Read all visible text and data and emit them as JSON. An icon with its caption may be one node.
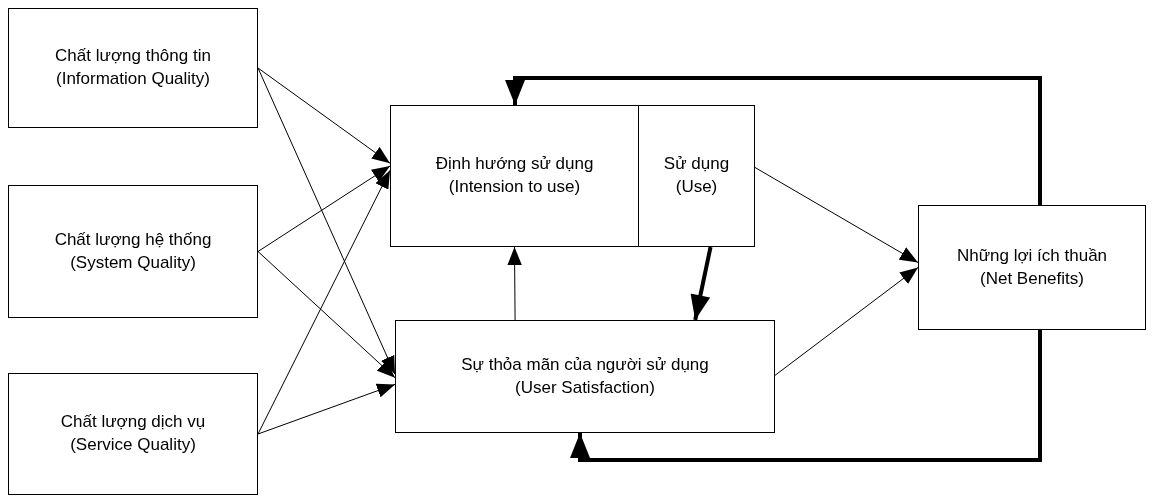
{
  "diagram": {
    "nodes": [
      {
        "text": [
          "Chất lượng thông tin (Information Quality)"
        ]
      },
      {
        "text": [
          "Chất lượng hệ thống (System Quality)"
        ]
      },
      {
        "text": [
          "Chất lượng dịch vụ (Service Quality)"
        ]
      },
      {
        "text": [
          "Định hướng sử dụng (Intension to use)"
        ]
      },
      {
        "text": [
          "Sử dụng (Use)"
        ]
      },
      {
        "text": [
          "Sự thỏa mãn của người sử dụng (User Satisfaction)"
        ]
      },
      {
        "text": [
          "Những lợi ích thuần (Net Benefits)"
        ]
      }
    ],
    "edges": [
      {
        "from": 0,
        "to": 3,
        "arrow": "to"
      },
      {
        "from": 0,
        "to": 5,
        "arrow": "to"
      },
      {
        "from": 1,
        "to": 3,
        "arrow": "to"
      },
      {
        "from": 1,
        "to": 5,
        "arrow": "to"
      },
      {
        "from": 2,
        "to": 3,
        "arrow": "to"
      },
      {
        "from": 2,
        "to": 5,
        "arrow": "to"
      },
      {
        "from": 5,
        "to": 3,
        "arrow": "to"
      },
      {
        "from": 4,
        "to": 5,
        "arrow": "to",
        "style": "thick"
      },
      {
        "from": 4,
        "to": 6,
        "arrow": "to"
      },
      {
        "from": 5,
        "to": 6,
        "arrow": "to"
      },
      {
        "from": 6,
        "to": 3,
        "arrow": "to",
        "style": "thick"
      },
      {
        "from": 6,
        "to": 5,
        "arrow": "to",
        "style": "thick"
      }
    ]
  }
}
